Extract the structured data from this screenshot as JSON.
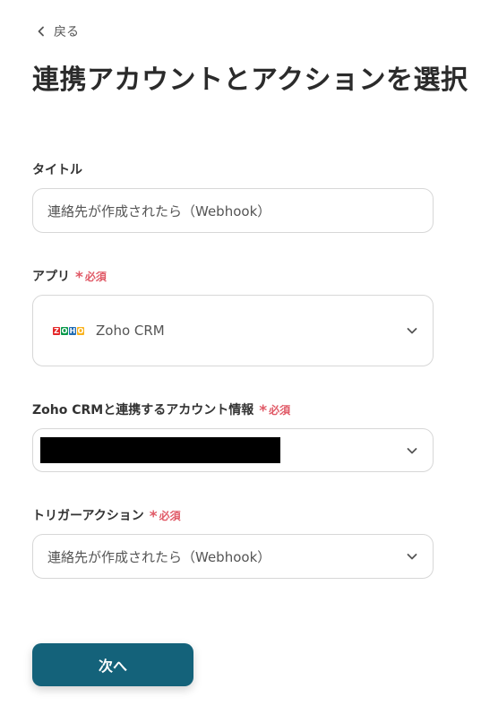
{
  "nav": {
    "back_label": "戻る"
  },
  "page": {
    "title": "連携アカウントとアクションを選択"
  },
  "required_label": "必須",
  "fields": {
    "title": {
      "label": "タイトル",
      "value": "連絡先が作成されたら（Webhook）"
    },
    "app": {
      "label": "アプリ",
      "value": "Zoho CRM",
      "logo_letters": [
        "Z",
        "O",
        "H",
        "O"
      ],
      "logo_colors": [
        "#e42527",
        "#089949",
        "#226db4",
        "#f9b21d"
      ]
    },
    "account": {
      "label": "Zoho CRMと連携するアカウント情報"
    },
    "trigger": {
      "label": "トリガーアクション",
      "value": "連絡先が作成されたら（Webhook）"
    }
  },
  "actions": {
    "next_label": "次へ"
  },
  "colors": {
    "primary": "#14627a",
    "required": "#e05a67"
  }
}
